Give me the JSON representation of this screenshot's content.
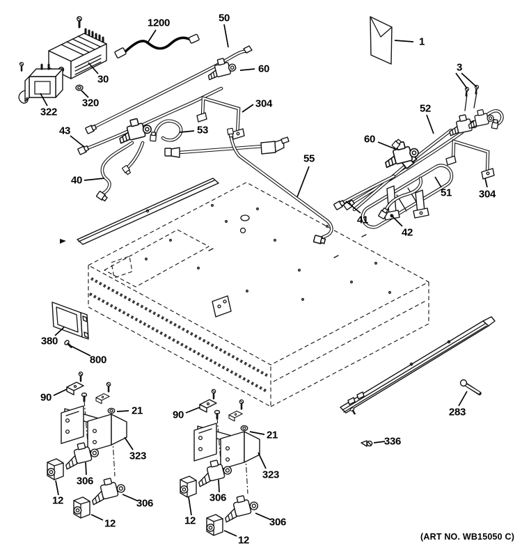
{
  "art_no": "(ART NO. WB15050 C)",
  "ink_color": "#111111",
  "background_color": "#ffffff",
  "labels": {
    "p1": "1",
    "p3": "3",
    "p12": "12",
    "p21": "21",
    "p30": "30",
    "p40": "40",
    "p41": "41",
    "p42": "42",
    "p43": "43",
    "p50": "50",
    "p51": "51",
    "p52": "52",
    "p53": "53",
    "p55": "55",
    "p60": "60",
    "p90": "90",
    "p283": "283",
    "p304": "304",
    "p306": "306",
    "p320": "320",
    "p322": "322",
    "p323": "323",
    "p336": "336",
    "p380": "380",
    "p800": "800",
    "p1200": "1200"
  }
}
